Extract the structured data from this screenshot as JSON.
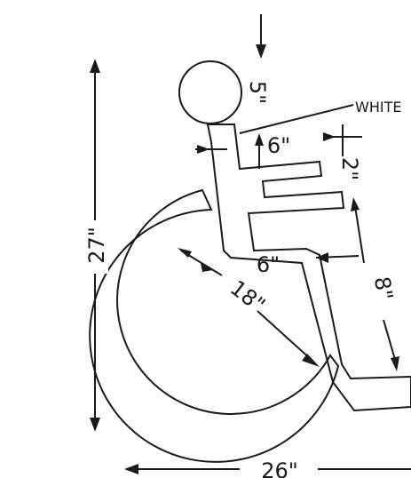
{
  "labels": {
    "head_diameter": "5\"",
    "color_note": "WHITE",
    "torso_width": "6\"",
    "arm_width": "2\"",
    "seat_width": "6\"",
    "wheel_radius": "18\"",
    "leg_height": "8\"",
    "total_height": "27\"",
    "total_width": "26\""
  },
  "colors": {
    "line": "#1a1a1a",
    "background": "#ffffff"
  }
}
